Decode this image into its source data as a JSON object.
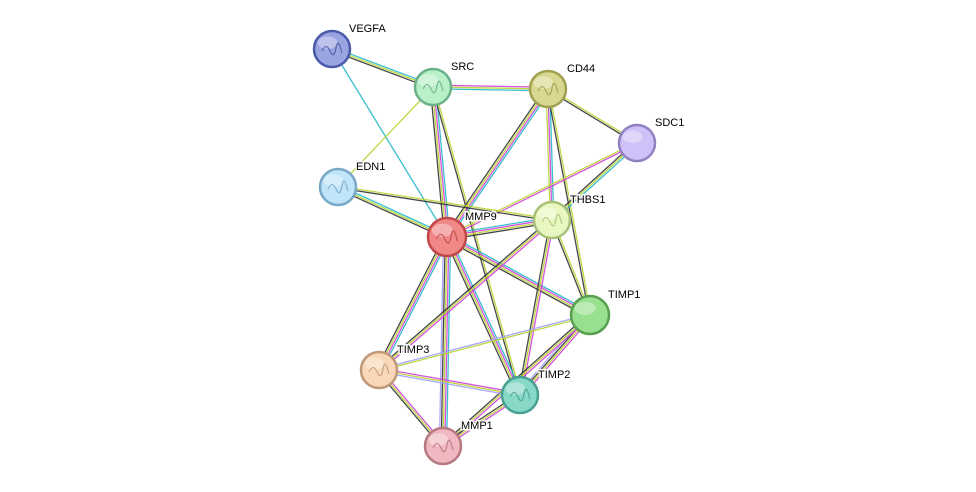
{
  "evidence_colors": {
    "database": "#22b8c8",
    "experiments": "#d23fd6",
    "textmining": "#b8d430",
    "coexpression": "#333333",
    "homology": "#a0a0ff",
    "cooccurrence": "#1a3fd6"
  },
  "nodes": [
    {
      "id": "VEGFA",
      "label": "VEGFA",
      "color": "#9aa4e0",
      "border": "#4a5aa8",
      "icon": "protein-structure-icon"
    },
    {
      "id": "SRC",
      "label": "SRC",
      "color": "#b8f0c8",
      "border": "#6ab088",
      "icon": "protein-structure-icon"
    },
    {
      "id": "CD44",
      "label": "CD44",
      "color": "#d8d890",
      "border": "#a0a050",
      "icon": "protein-structure-icon"
    },
    {
      "id": "SDC1",
      "label": "SDC1",
      "color": "#d0c0f8",
      "border": "#9080c0",
      "icon": "none"
    },
    {
      "id": "EDN1",
      "label": "EDN1",
      "color": "#c0e4f8",
      "border": "#78a8c8",
      "icon": "protein-structure-icon"
    },
    {
      "id": "MMP9",
      "label": "MMP9",
      "color": "#f08888",
      "border": "#c04848",
      "icon": "protein-structure-icon"
    },
    {
      "id": "THBS1",
      "label": "THBS1",
      "color": "#e8f8c0",
      "border": "#a8c078",
      "icon": "protein-structure-icon"
    },
    {
      "id": "TIMP1",
      "label": "TIMP1",
      "color": "#98e090",
      "border": "#58a050",
      "icon": "none"
    },
    {
      "id": "TIMP3",
      "label": "TIMP3",
      "color": "#f8d8b8",
      "border": "#c09878",
      "icon": "protein-structure-icon"
    },
    {
      "id": "TIMP2",
      "label": "TIMP2",
      "color": "#88d8c8",
      "border": "#48a090",
      "icon": "protein-structure-icon"
    },
    {
      "id": "MMP1",
      "label": "MMP1",
      "color": "#f0b8c0",
      "border": "#b87880",
      "icon": "protein-structure-icon"
    }
  ],
  "edges": [
    {
      "source": "VEGFA",
      "target": "SRC",
      "evidence": [
        "database",
        "textmining",
        "coexpression"
      ]
    },
    {
      "source": "VEGFA",
      "target": "MMP9",
      "evidence": [
        "database"
      ]
    },
    {
      "source": "SRC",
      "target": "CD44",
      "evidence": [
        "experiments",
        "textmining",
        "database"
      ]
    },
    {
      "source": "SRC",
      "target": "EDN1",
      "evidence": [
        "textmining"
      ]
    },
    {
      "source": "SRC",
      "target": "MMP9",
      "evidence": [
        "database",
        "experiments",
        "textmining",
        "coexpression"
      ]
    },
    {
      "source": "SRC",
      "target": "TIMP2",
      "evidence": [
        "textmining",
        "coexpression"
      ]
    },
    {
      "source": "CD44",
      "target": "SDC1",
      "evidence": [
        "textmining",
        "coexpression"
      ]
    },
    {
      "source": "CD44",
      "target": "MMP9",
      "evidence": [
        "database",
        "experiments",
        "textmining",
        "coexpression"
      ]
    },
    {
      "source": "CD44",
      "target": "THBS1",
      "evidence": [
        "database",
        "experiments",
        "textmining"
      ]
    },
    {
      "source": "CD44",
      "target": "TIMP1",
      "evidence": [
        "textmining",
        "coexpression"
      ]
    },
    {
      "source": "SDC1",
      "target": "MMP9",
      "evidence": [
        "experiments",
        "textmining"
      ]
    },
    {
      "source": "SDC1",
      "target": "THBS1",
      "evidence": [
        "database",
        "textmining",
        "coexpression"
      ]
    },
    {
      "source": "EDN1",
      "target": "MMP9",
      "evidence": [
        "database",
        "textmining",
        "coexpression"
      ]
    },
    {
      "source": "EDN1",
      "target": "THBS1",
      "evidence": [
        "textmining",
        "coexpression"
      ]
    },
    {
      "source": "MMP9",
      "target": "THBS1",
      "evidence": [
        "database",
        "experiments",
        "textmining",
        "coexpression"
      ]
    },
    {
      "source": "MMP9",
      "target": "TIMP1",
      "evidence": [
        "database",
        "experiments",
        "textmining",
        "coexpression"
      ]
    },
    {
      "source": "MMP9",
      "target": "TIMP3",
      "evidence": [
        "database",
        "experiments",
        "textmining",
        "coexpression"
      ]
    },
    {
      "source": "MMP9",
      "target": "TIMP2",
      "evidence": [
        "database",
        "experiments",
        "textmining",
        "coexpression"
      ]
    },
    {
      "source": "MMP9",
      "target": "MMP1",
      "evidence": [
        "database",
        "experiments",
        "textmining",
        "coexpression",
        "homology"
      ]
    },
    {
      "source": "THBS1",
      "target": "TIMP1",
      "evidence": [
        "textmining",
        "coexpression"
      ]
    },
    {
      "source": "THBS1",
      "target": "TIMP3",
      "evidence": [
        "experiments",
        "textmining",
        "coexpression"
      ]
    },
    {
      "source": "THBS1",
      "target": "TIMP2",
      "evidence": [
        "experiments",
        "textmining",
        "coexpression"
      ]
    },
    {
      "source": "TIMP1",
      "target": "TIMP3",
      "evidence": [
        "textmining",
        "homology"
      ]
    },
    {
      "source": "TIMP1",
      "target": "TIMP2",
      "evidence": [
        "experiments",
        "textmining",
        "coexpression",
        "homology"
      ]
    },
    {
      "source": "TIMP1",
      "target": "MMP1",
      "evidence": [
        "experiments",
        "textmining",
        "coexpression"
      ]
    },
    {
      "source": "TIMP3",
      "target": "TIMP2",
      "evidence": [
        "experiments",
        "textmining",
        "homology"
      ]
    },
    {
      "source": "TIMP3",
      "target": "MMP1",
      "evidence": [
        "experiments",
        "textmining",
        "coexpression"
      ]
    },
    {
      "source": "TIMP2",
      "target": "MMP1",
      "evidence": [
        "experiments",
        "textmining",
        "coexpression"
      ]
    }
  ]
}
